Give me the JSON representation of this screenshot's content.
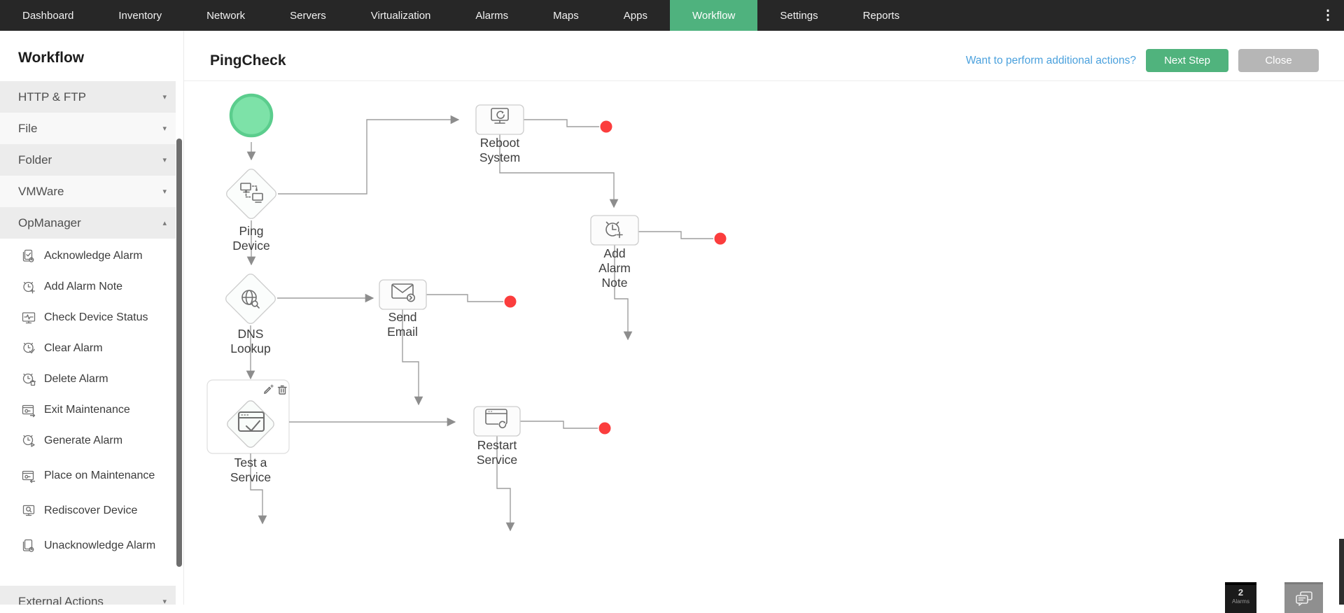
{
  "nav": {
    "items": [
      {
        "label": "Dashboard"
      },
      {
        "label": "Inventory"
      },
      {
        "label": "Network"
      },
      {
        "label": "Servers"
      },
      {
        "label": "Virtualization"
      },
      {
        "label": "Alarms"
      },
      {
        "label": "Maps"
      },
      {
        "label": "Apps"
      },
      {
        "label": "Workflow"
      },
      {
        "label": "Settings"
      },
      {
        "label": "Reports"
      }
    ],
    "active_item": "Workflow",
    "overflow_menu_icon": "kebab-vertical-icon"
  },
  "sidebar": {
    "title": "Workflow",
    "sections": [
      {
        "label": "HTTP & FTP",
        "state": "collapsed"
      },
      {
        "label": "File",
        "state": "collapsed"
      },
      {
        "label": "Folder",
        "state": "collapsed"
      },
      {
        "label": "VMWare",
        "state": "collapsed"
      },
      {
        "label": "OpManager",
        "state": "expanded"
      }
    ],
    "opmanager_actions": [
      {
        "label": "Acknowledge Alarm",
        "icon": "acknowledge-alarm-icon"
      },
      {
        "label": "Add Alarm Note",
        "icon": "add-alarm-note-icon"
      },
      {
        "label": "Check Device Status",
        "icon": "check-device-status-icon"
      },
      {
        "label": "Clear Alarm",
        "icon": "clear-alarm-icon"
      },
      {
        "label": "Delete Alarm",
        "icon": "delete-alarm-icon"
      },
      {
        "label": "Exit Maintenance",
        "icon": "exit-maintenance-icon"
      },
      {
        "label": "Generate Alarm",
        "icon": "generate-alarm-icon"
      },
      {
        "label": "Place on Maintenance",
        "icon": "place-on-maintenance-icon"
      },
      {
        "label": "Rediscover Device",
        "icon": "rediscover-device-icon"
      },
      {
        "label": "Unacknowledge Alarm",
        "icon": "unacknowledge-alarm-icon"
      }
    ],
    "footer_section": {
      "label": "External Actions",
      "state": "collapsed"
    }
  },
  "header": {
    "title": "PingCheck",
    "hint_link": "Want to perform additional actions?",
    "next_step_label": "Next Step",
    "close_label": "Close"
  },
  "diagram": {
    "workflow_name": "PingCheck",
    "nodes": [
      {
        "id": "start",
        "type": "start-circle",
        "label_lines": []
      },
      {
        "id": "ping-device",
        "type": "diamond",
        "icon": "ping-device-icon",
        "label_lines": [
          "Ping",
          "Device"
        ]
      },
      {
        "id": "reboot-system",
        "type": "action-box",
        "icon": "reboot-system-icon",
        "label_lines": [
          "Reboot",
          "System"
        ]
      },
      {
        "id": "add-alarm-note",
        "type": "action-box",
        "icon": "add-alarm-note-icon",
        "label_lines": [
          "Add",
          "Alarm",
          "Note"
        ]
      },
      {
        "id": "dns-lookup",
        "type": "diamond",
        "icon": "dns-lookup-icon",
        "label_lines": [
          "DNS",
          "Lookup"
        ]
      },
      {
        "id": "send-email",
        "type": "action-box",
        "icon": "send-email-icon",
        "label_lines": [
          "Send",
          "Email"
        ]
      },
      {
        "id": "test-a-service",
        "type": "diamond",
        "selected": true,
        "icon": "test-service-icon",
        "label_lines": [
          "Test a",
          "Service"
        ]
      },
      {
        "id": "restart-service",
        "type": "action-box",
        "icon": "restart-service-icon",
        "label_lines": [
          "Restart",
          "Service"
        ]
      }
    ],
    "colors": {
      "start_fill": "#7de2a8",
      "start_stroke": "#5bcd8d",
      "endpoint_red": "#fb3d3d",
      "connector": "#9e9e9e",
      "node_border": "#cdcdcd",
      "icon_stroke": "#6f6f6f"
    }
  },
  "status_tiles": {
    "alarm_count": "2",
    "alarm_label": "Alarms",
    "chat_tile_icon": "chat-bubbles-icon"
  },
  "colors": {
    "nav_bg": "#272727",
    "active_tab_green": "#4fb27e",
    "link_blue": "#4ba1dd",
    "button_green": "#50b37d",
    "button_gray": "#b6b6b6"
  }
}
